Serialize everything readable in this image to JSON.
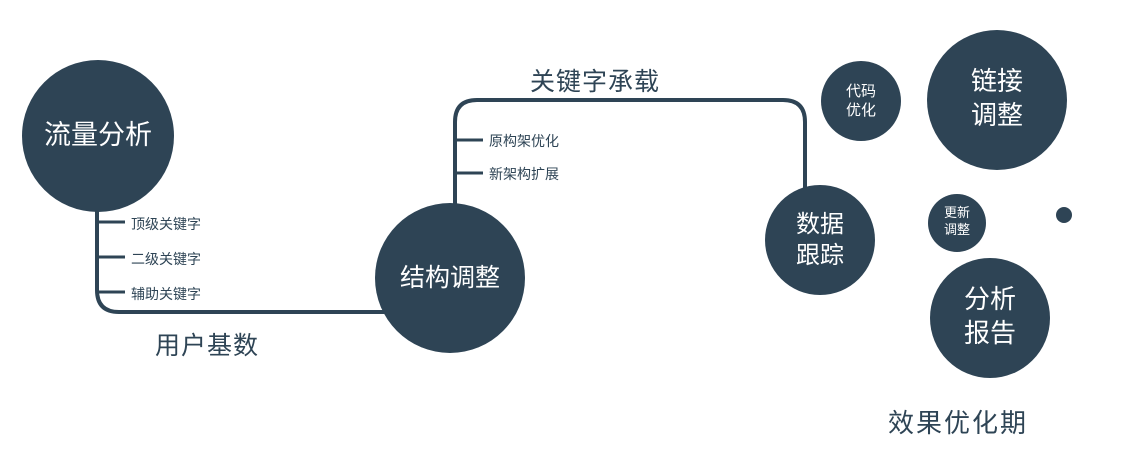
{
  "colors": {
    "primary": "#2e4455",
    "background": "#ffffff",
    "node_text": "#ffffff"
  },
  "nodes": {
    "traffic": {
      "label": "流量分析"
    },
    "structure": {
      "label": "结构调整"
    },
    "data_tracking": {
      "line1": "数据",
      "line2": "跟踪"
    },
    "code_opt": {
      "line1": "代码",
      "line2": "优化"
    },
    "link_adjust": {
      "line1": "链接",
      "line2": "调整"
    },
    "update_adjust": {
      "line1": "更新",
      "line2": "调整"
    },
    "analysis_report": {
      "line1": "分析",
      "line2": "报告"
    }
  },
  "edge_labels": {
    "user_base": "用户基数",
    "keyword_carry": "关键字承载"
  },
  "branch_labels": {
    "traffic": [
      {
        "label": "顶级关键字"
      },
      {
        "label": "二级关键字"
      },
      {
        "label": "辅助关键字"
      }
    ],
    "structure": [
      {
        "label": "原构架优化"
      },
      {
        "label": "新架构扩展"
      }
    ]
  },
  "footer": {
    "label": "效果优化期"
  }
}
